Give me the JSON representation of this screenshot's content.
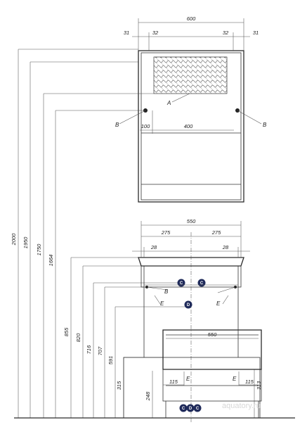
{
  "mirror": {
    "width": "600",
    "left_offset": "31",
    "left_inner": "32",
    "right_inner": "32",
    "right_offset": "31",
    "spacing_left": "100",
    "spacing_between": "400",
    "label_a": "A",
    "label_b_left": "B",
    "label_b_right": "B"
  },
  "heights": {
    "h_total": "2000",
    "h_1": "1950",
    "h_2": "1750",
    "h_3": "1664",
    "h_4": "855",
    "h_5": "820",
    "h_6": "716",
    "h_7": "707",
    "h_8": "591",
    "h_9": "315",
    "h_10": "248",
    "h_11": "313"
  },
  "cabinet": {
    "width": "550",
    "half_left": "275",
    "half_right": "275",
    "side_left": "28",
    "side_right": "28",
    "label_b": "B",
    "label_e_left": "E",
    "label_e_right": "E",
    "marker_c": "C",
    "marker_d": "D"
  },
  "floor": {
    "width": "550",
    "offset_left": "115",
    "offset_right": "115",
    "label_e_left": "E",
    "label_e_right": "E",
    "markers": [
      "C",
      "D",
      "C"
    ]
  },
  "watermark": "aquatory.ru"
}
